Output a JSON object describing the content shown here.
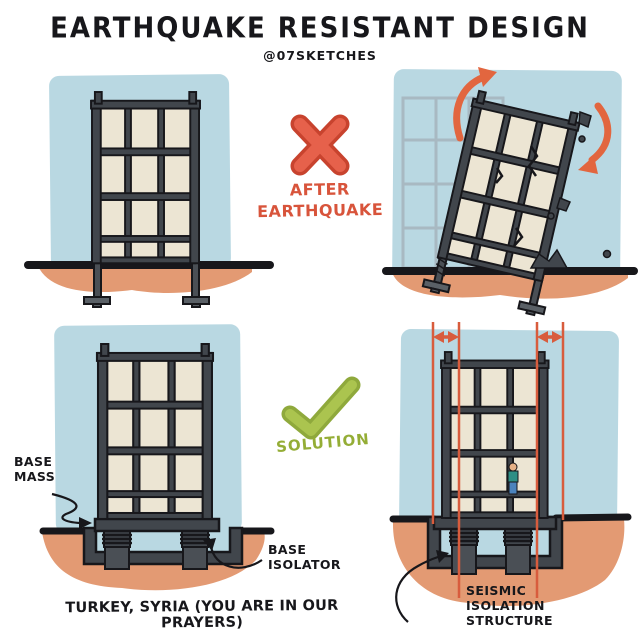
{
  "title": "EARTHQUAKE RESISTANT DESIGN",
  "credit": "@07SKETCHES",
  "verdicts": {
    "fail_label": "AFTER\nEARTHQUAKE",
    "pass_label": "SOLUTION"
  },
  "labels": {
    "base_mass": "BASE\nMASS",
    "base_isolator": "BASE\nISOLATOR",
    "seismic_isolation": "SEISMIC\nISOLATION\nSTRUCTURE",
    "dedication": "TURKEY, SYRIA (YOU ARE IN OUR PRAYERS)"
  },
  "icons": {
    "fail": "x-mark",
    "pass": "check-mark",
    "sway": "curved-arrow",
    "movement_range": "double-headed-arrow",
    "leader": "curved-leader-arrow"
  },
  "colors": {
    "sky": "#b9d8e2",
    "earth": "#e39a73",
    "frame": "#41464c",
    "outline": "#17171b",
    "window": "#ece5d3",
    "alert_red": "#db5340",
    "accent_orange": "#e2663f",
    "success_green": "#9cb840",
    "ghost_gray": "#a8b9c2"
  }
}
